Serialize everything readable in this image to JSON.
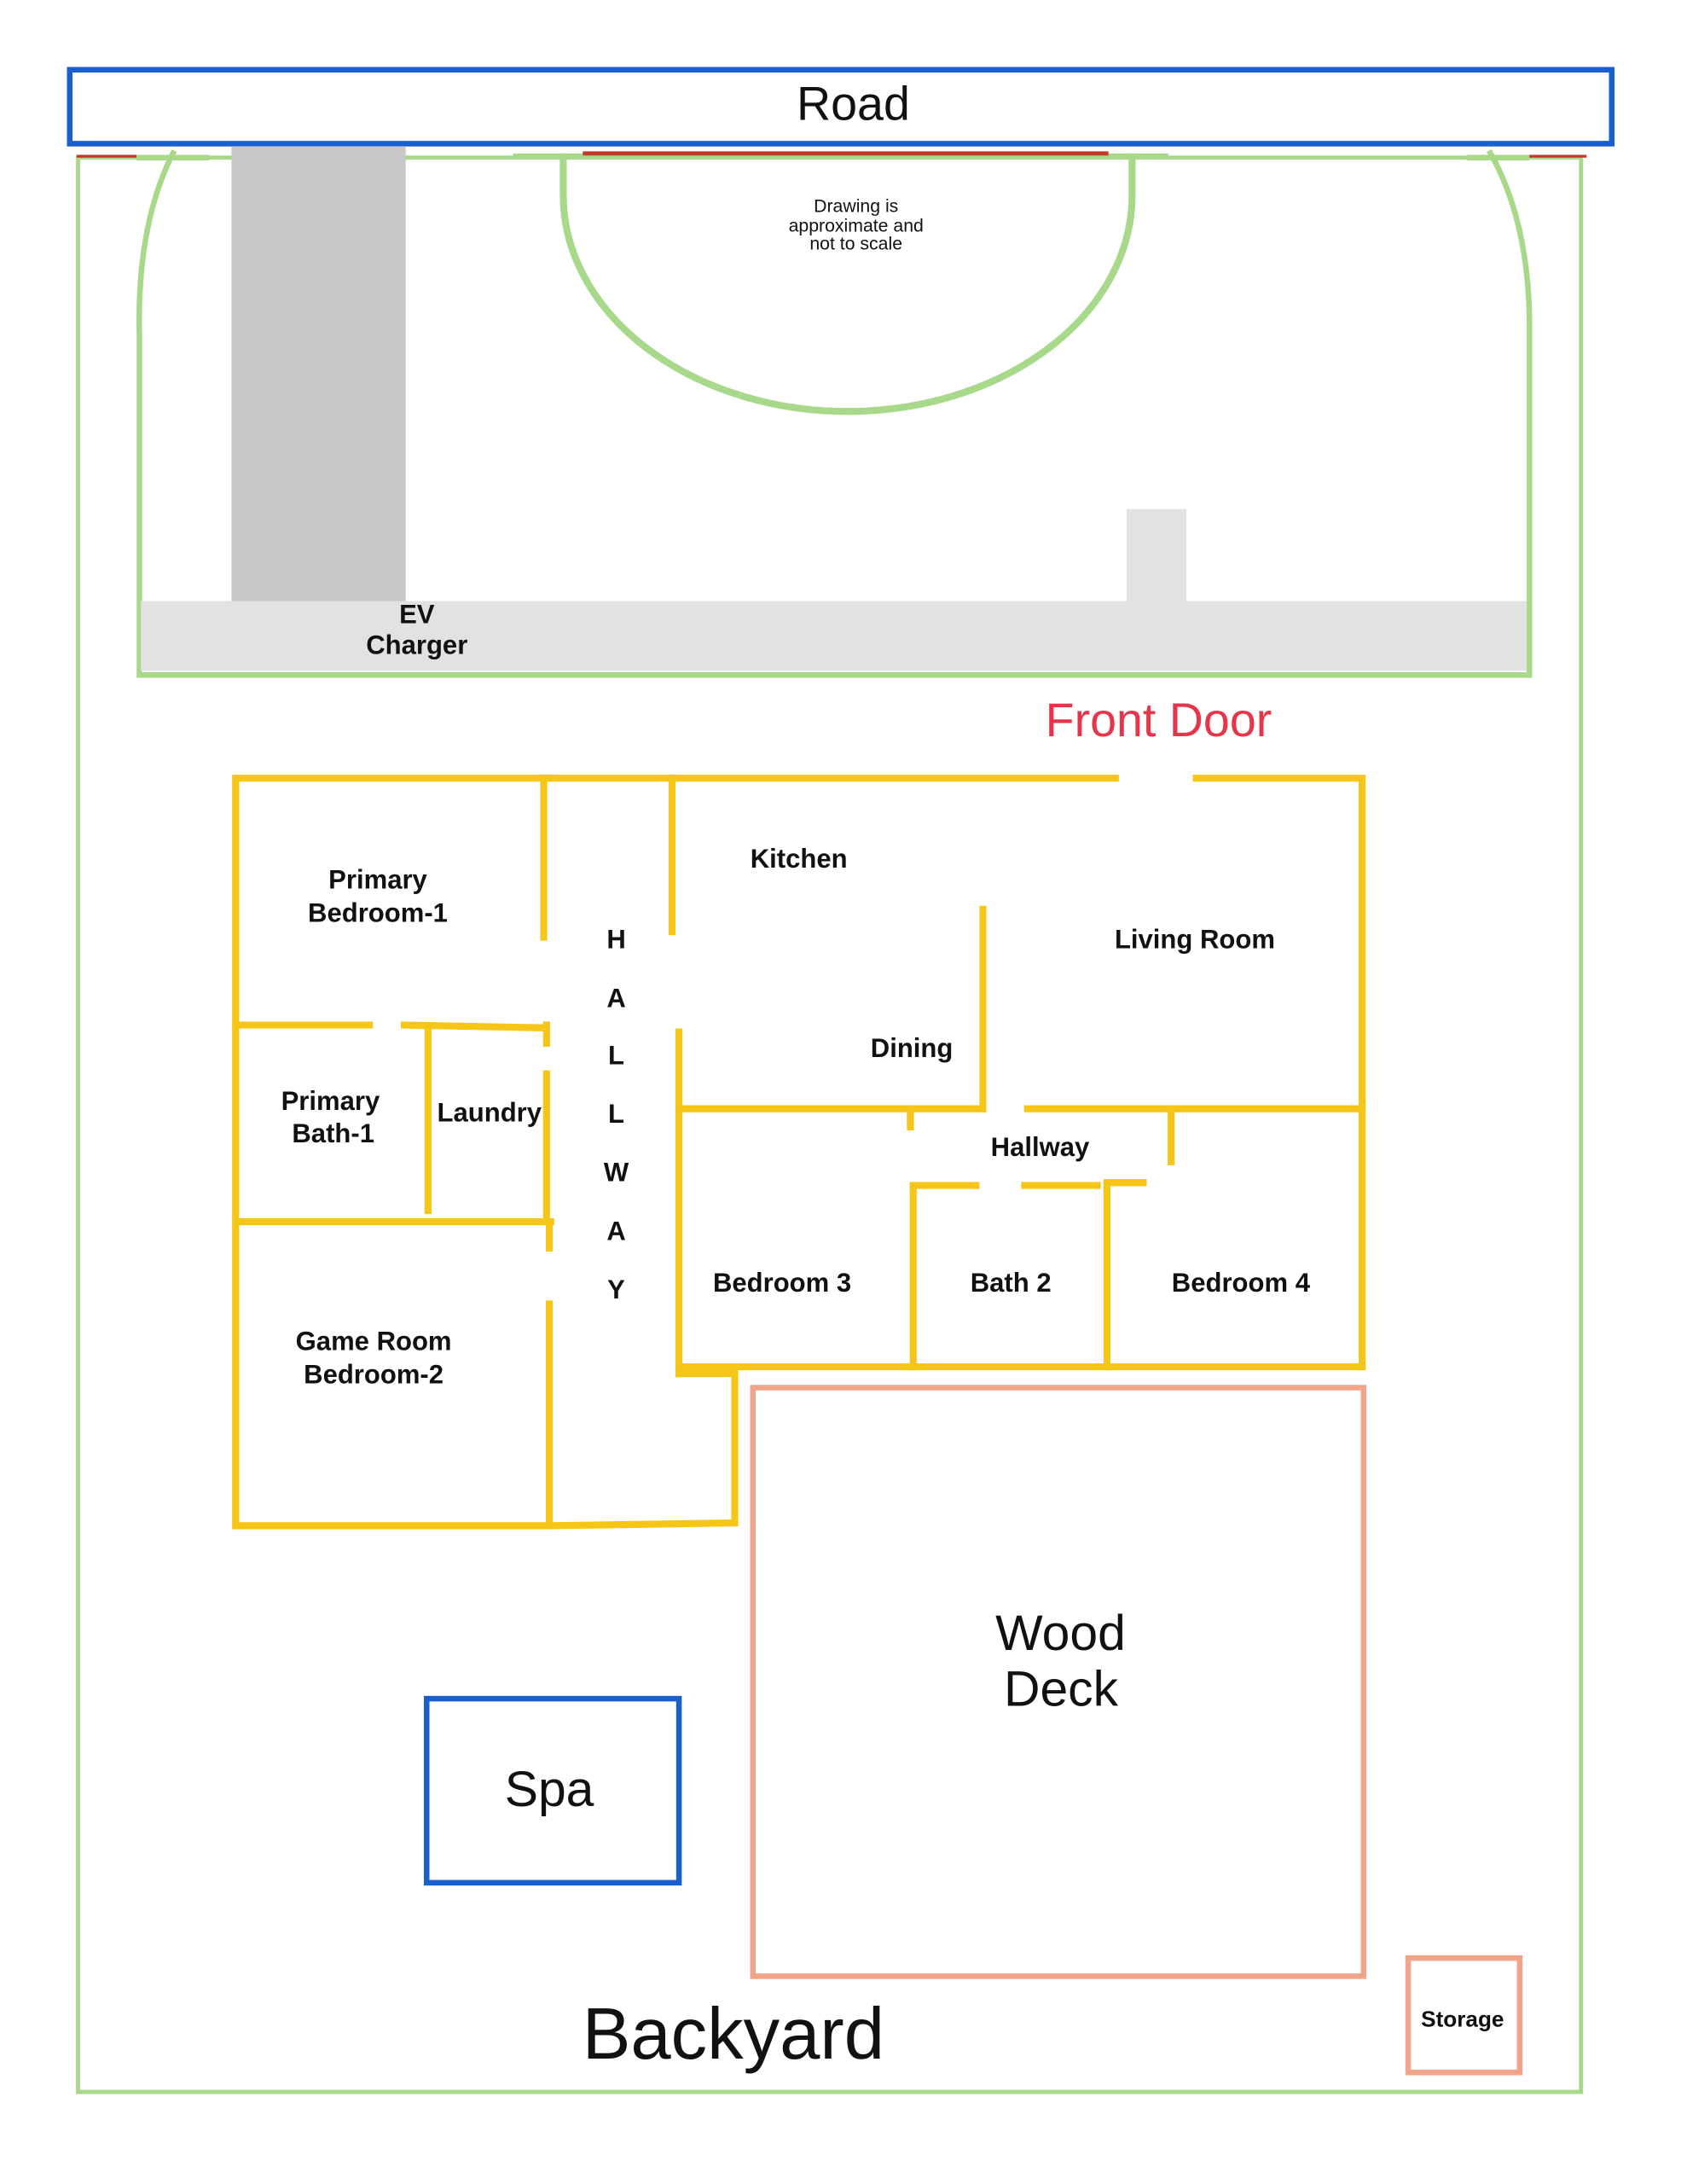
{
  "road": {
    "label": "Road"
  },
  "note": {
    "lines": [
      "Drawing is",
      "approximate and",
      "not to scale"
    ]
  },
  "driveway": {
    "ev_charger": [
      "EV",
      "Charger"
    ]
  },
  "front_door": {
    "label": "Front Door",
    "color": "#e8344a"
  },
  "rooms": {
    "primary_bedroom": [
      "Primary",
      "Bedroom-1"
    ],
    "kitchen": "Kitchen",
    "living_room": "Living Room",
    "dining": "Dining",
    "primary_bath": [
      "Primary",
      "Bath-1"
    ],
    "laundry": "Laundry",
    "hallway": "Hallway",
    "bedroom3": "Bedroom 3",
    "bath2": "Bath 2",
    "bedroom4": "Bedroom 4",
    "game_room": [
      "Game Room",
      "Bedroom-2"
    ],
    "main_hallway_letters": [
      "H",
      "A",
      "L",
      "L",
      "W",
      "A",
      "Y"
    ]
  },
  "yard": {
    "wood_deck": [
      "Wood",
      "Deck"
    ],
    "spa": "Spa",
    "storage": "Storage",
    "backyard": "Backyard"
  },
  "colors": {
    "road": "#1a5fd0",
    "walls": "#f5c518",
    "lot": "#a8d98a",
    "deck": "#f0a58a"
  }
}
